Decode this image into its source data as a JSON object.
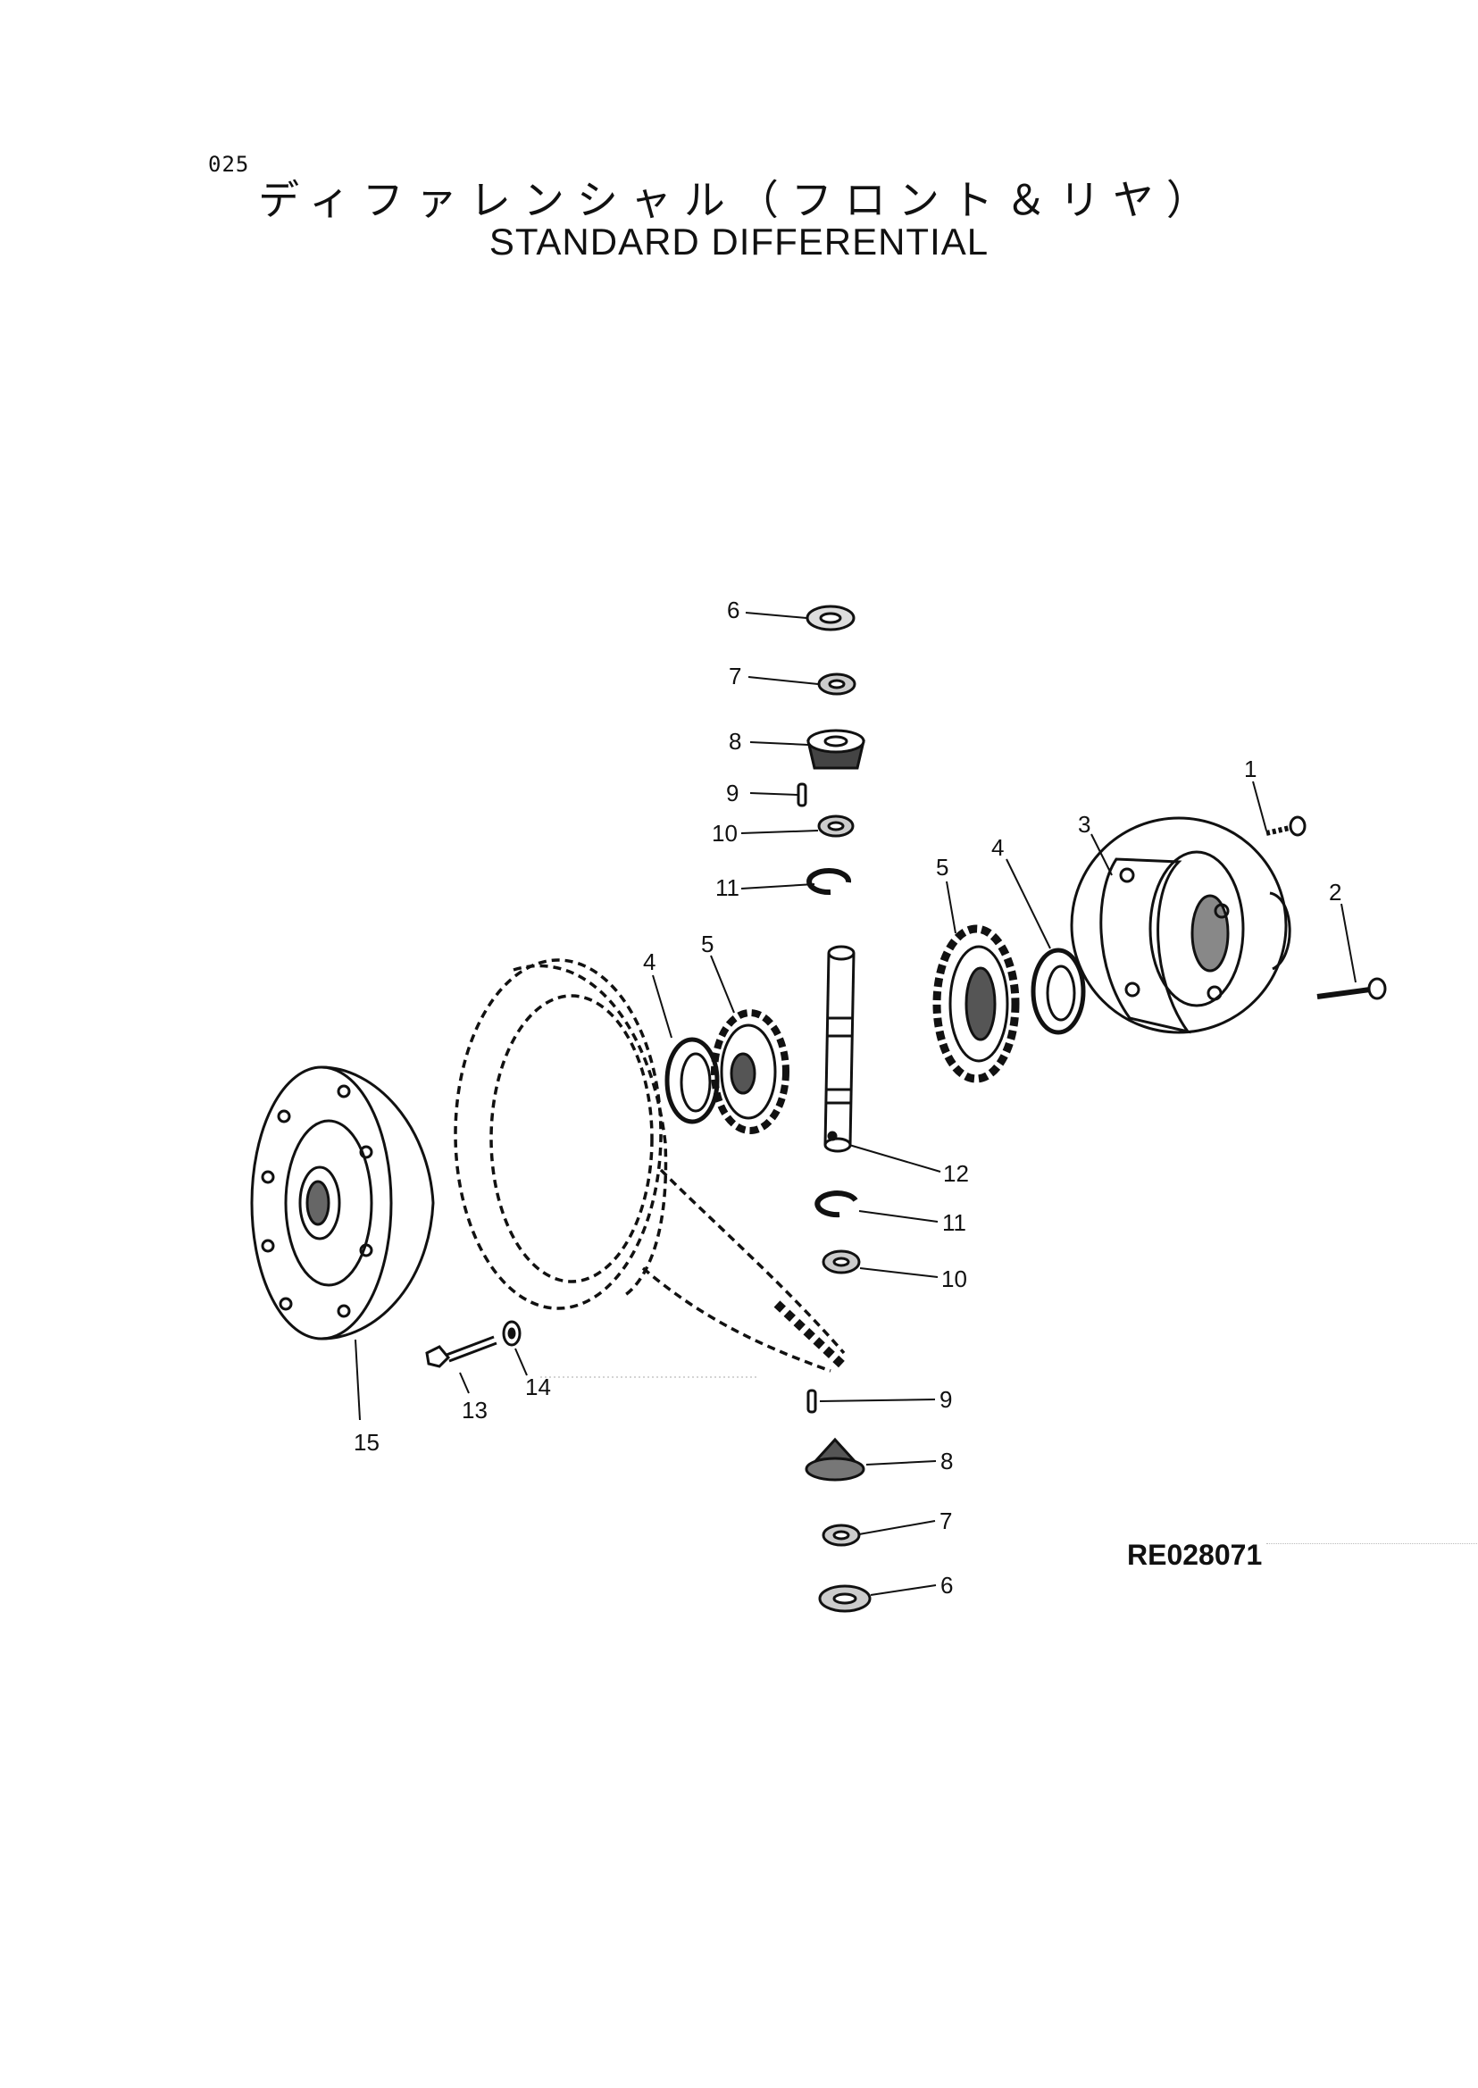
{
  "header": {
    "page_number": "025",
    "title_jp": "ディファレンシャル（フロント＆リヤ）",
    "title_en": "STANDARD DIFFERENTIAL"
  },
  "diagram": {
    "ref_code": "RE028071",
    "callouts": {
      "c1": "1",
      "c2": "2",
      "c3": "3",
      "c4a": "4",
      "c4b": "4",
      "c5a": "5",
      "c5b": "5",
      "c6a": "6",
      "c6b": "6",
      "c7a": "7",
      "c7b": "7",
      "c8a": "8",
      "c8b": "8",
      "c9a": "9",
      "c9b": "9",
      "c10a": "10",
      "c10b": "10",
      "c11a": "11",
      "c11b": "11",
      "c12": "12",
      "c13": "13",
      "c14": "14",
      "c15": "15"
    }
  }
}
